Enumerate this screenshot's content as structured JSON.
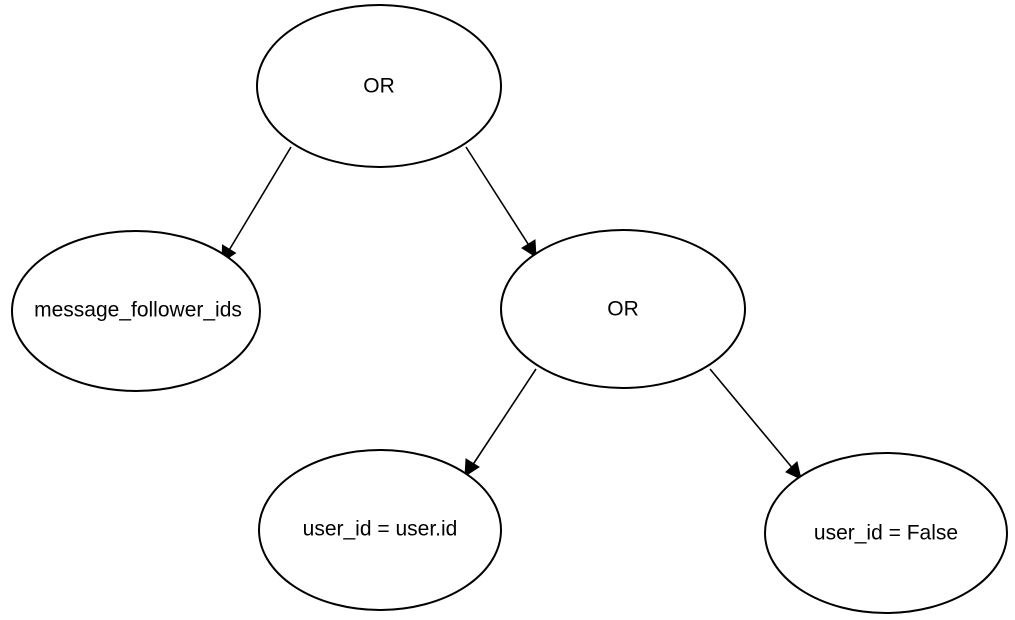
{
  "diagram": {
    "nodes": {
      "root_or": {
        "label": "OR"
      },
      "message_follower_ids": {
        "label": "message_follower_ids"
      },
      "child_or": {
        "label": "OR"
      },
      "user_id_eq_user_id": {
        "label": "user_id = user.id"
      },
      "user_id_eq_false": {
        "label": "user_id = False"
      }
    }
  }
}
